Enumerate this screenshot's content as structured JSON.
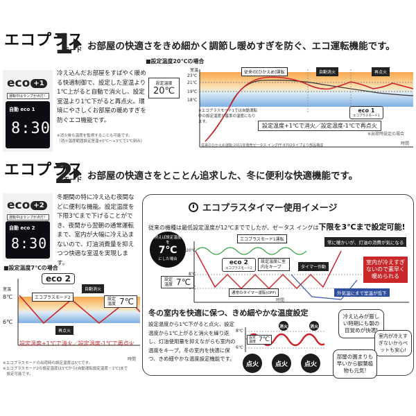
{
  "mode1": {
    "title_big": "エコプラス",
    "title_small": "モード",
    "number": "1",
    "headline": "お部屋の快適さをきめ細かく調節し暖めすぎを防ぐ、エコ運転機能です。",
    "body": "冷え込んだお部屋をすばやく暖める快適制御で、設定した室温より1℃上がると自動で消火し、設定室温より1℃下がると再点火。環境にやさしくお部屋の暖めすぎを防ぐエコ機能です。",
    "notes": [
      "※消火後も温度を監視することも可能です。",
      "（消火温度範囲設定室温±0℃～+3℃で1℃刻み）"
    ],
    "eco_label": "eco",
    "eco_num": "1",
    "panel_label": "運転中はランプが点灯！",
    "lcd_top": "自動 eco 1",
    "lcd_time": "8:30",
    "chart": {
      "heading": "■設定温度20℃の場合",
      "axis_y_label": "室温",
      "ticks": [
        "23℃",
        "21℃",
        "19℃",
        "18℃"
      ],
      "set_temp_label": "設定温度",
      "set_temp_value": "20℃",
      "legend_tag": "従来の[ひかえめ]運転",
      "tag_off": "自動消火",
      "tag_on": "再点火",
      "eco_badge": "eco 1",
      "eco_badge_sub": "エコプラスモード1",
      "small_note": "※エコプラスモード1では自動運転中の設定温度が基準の温度になります。",
      "rule": "設定温度+1℃で消火／設定温度-1℃で再点火",
      "source_note": "※出荷時設定の場合",
      "footnote": "従来のひかえめ運転:2011年発売ゼータス イングFF-6702タイプより部品構成",
      "axis_x_label": "時間"
    }
  },
  "mode2": {
    "title_big": "エコプラス",
    "title_small": "モード",
    "number": "2",
    "headline": "お部屋の快適さをとことん追求した、冬に便利な快適機能です。",
    "body": "冬期間の特に冷え込む夜間などに便利な機能。設定温度を下限3℃まで下げることができ、夜間から翌朝の通常運転まで、室内が大幅に冷え込まないので、灯油消費量を抑えつつ快適な室温を実現します。",
    "eco_label": "eco",
    "eco_num": "2",
    "panel_label": "運転中はランプが点灯！",
    "lcd_top": "自動 eco 2",
    "lcd_time": "8:30",
    "chart": {
      "heading": "■設定温度7℃の場合",
      "axis_y_label": "室温",
      "ticks": [
        "8℃",
        "6℃"
      ],
      "eco_badge": "eco 2",
      "mode_tag": "エコプラスモード2",
      "tag_off": "自動消火",
      "tag_on": "再点火",
      "set_temp_label": "設定温度",
      "set_temp_value": "7℃",
      "rule": "設定温度+1℃で消火／設定温度-1℃で再点火",
      "axis_x_label": "時間",
      "footnotes": [
        "※エコプラスモードの出荷時の設定温度は5℃です。",
        "※エコプラスモード2の設定温度は3℃から[自動運転設定温度－1℃]まで",
        "　設定可能です。"
      ]
    }
  },
  "timer": {
    "title": "エコプラスタイマー使用イメージ",
    "intro": "従来の機種は最低設定温度が12℃まででしたが、ゼータス イングは",
    "emphasis": "下限を3℃まで設定可能!",
    "circle_top": "例えば設定温度を",
    "circle_big": "7℃",
    "circle_bottom": "にした場合",
    "tick_20": "20℃",
    "tick_8": "8℃",
    "tick_6": "6℃",
    "mode1_tag": "エコプラスモード1運転",
    "warm_tag": "常に暖かいが、灯油の消費が気になる",
    "eco_badge": "eco 2",
    "eco_sub": "エコプラスモード2",
    "set_tag": "設定温度に室内をキープ",
    "timer_tag": "タイマー作動",
    "set_temp_label": "設定温度",
    "set_temp_value": "7℃",
    "normal_tag": "通常のタイマー運転(OFF)",
    "morning_tag": "室内が冷えすぎないので素早く暖められる",
    "drop_tag": "外気温にまで室温が低下",
    "axis_x_label": "時間",
    "section_title": "冬の室内を快適に保つ、きめ細やかな温度設定",
    "section_body": "設定温度から1℃下がると点火、設定温度から1℃上がると消火を繰り返し、灯油使用量を抑えながらも室内の温度をキープ。冬の室内を快適に保つ、きめ細やかな温度設定機能です。",
    "wave_8": "8℃",
    "wave_6": "6℃",
    "wave_set_label": "設定温度",
    "wave_set_value": "7℃",
    "off_label": "消火",
    "on_label": "点火",
    "bubble_1": "冷え込みが厳しい時期にも朝の目覚めが快適!",
    "bubble_2": "室内が冷えすぎないからペットも安心!",
    "bubble_3": "部屋の園まりも早いから観葉植物も元気!"
  }
}
